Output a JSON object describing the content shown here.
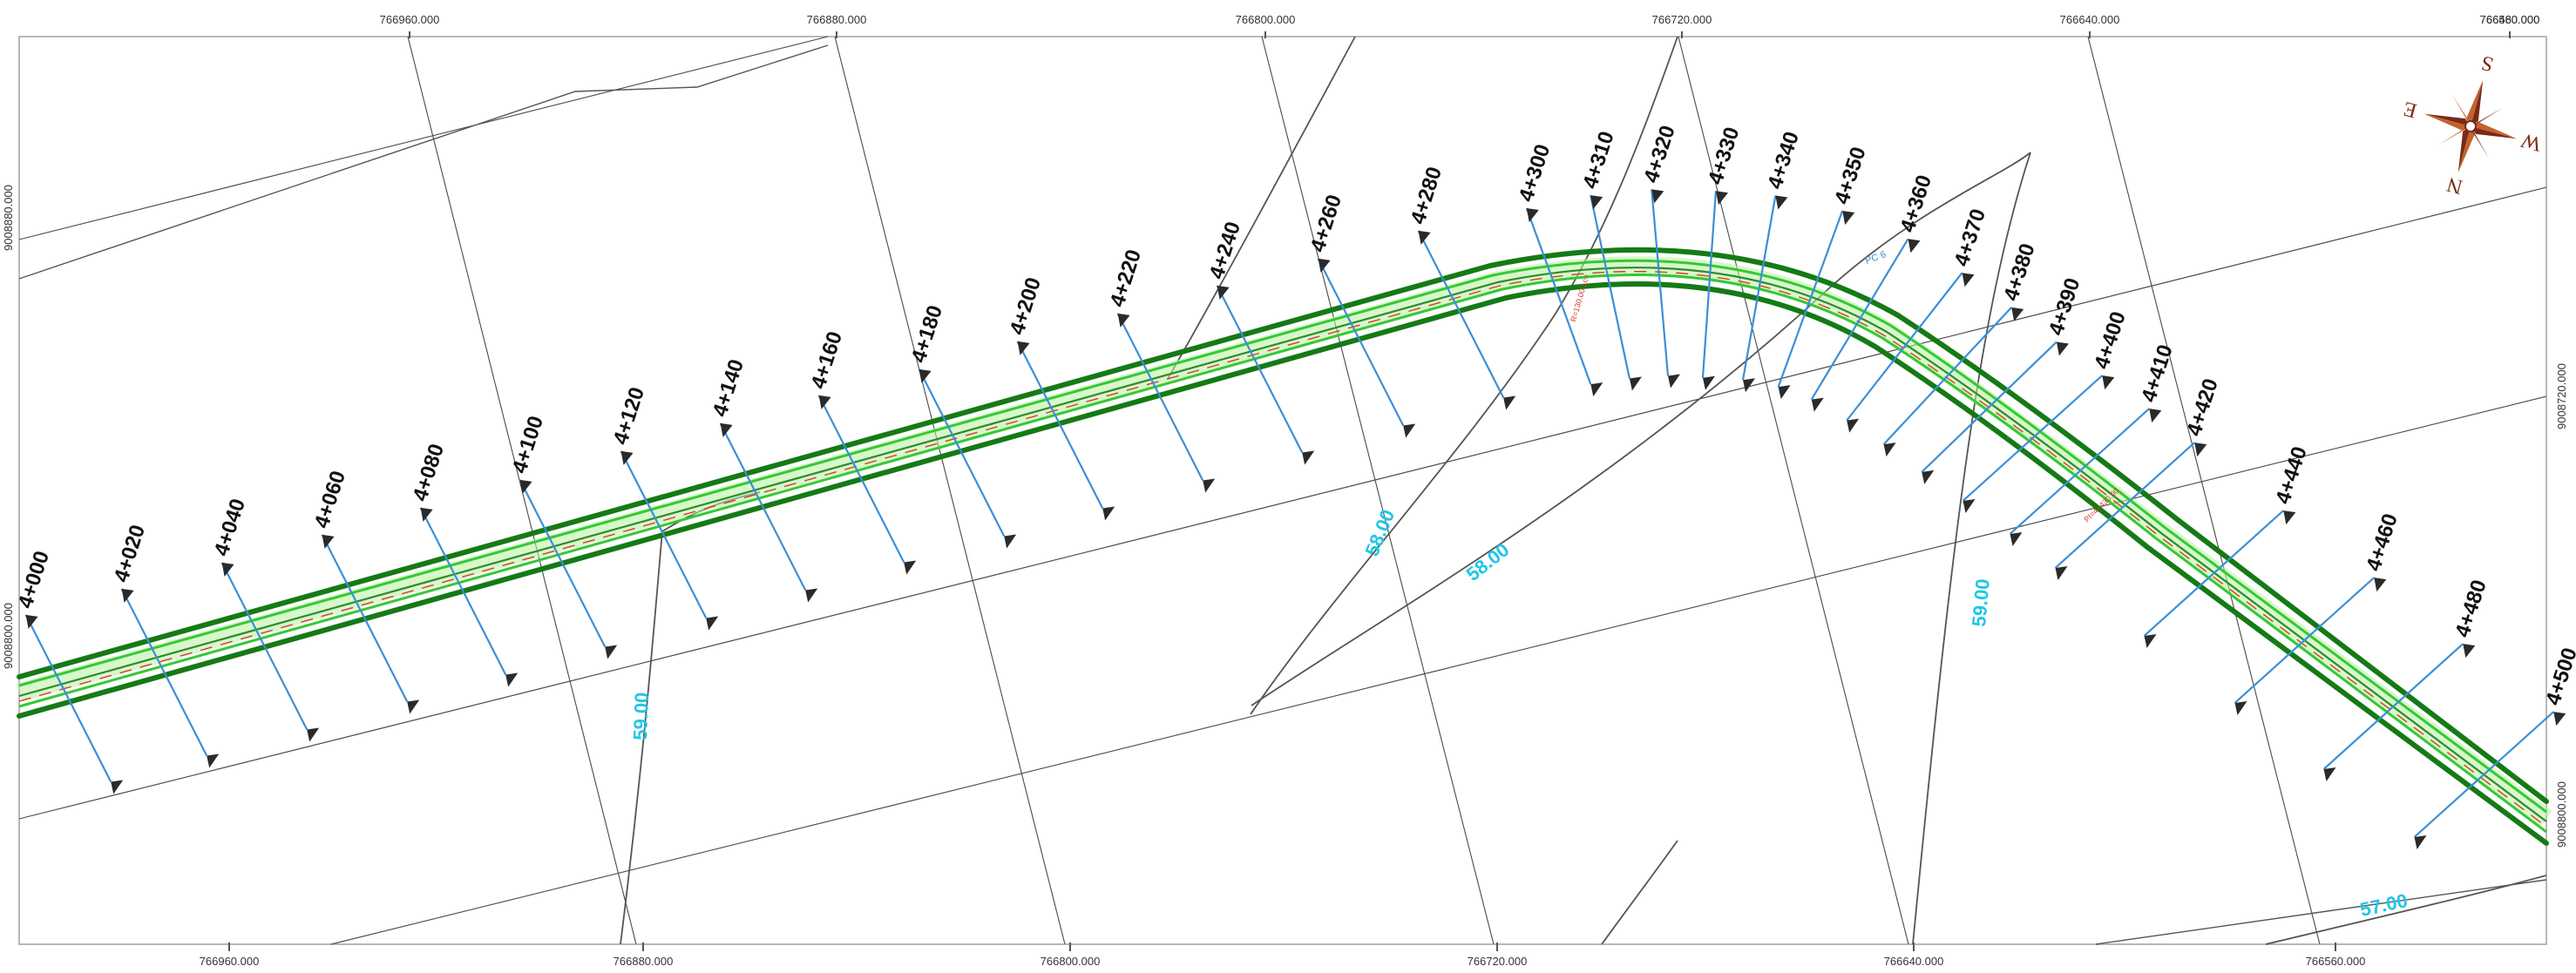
{
  "top_axis_labels": [
    "766960.000",
    "766880.000",
    "766800.000",
    "766720.000",
    "766640.000",
    "766560.000",
    "766480.000"
  ],
  "bottom_axis_labels": [
    "766960.000",
    "766880.000",
    "766800.000",
    "766720.000",
    "766640.000",
    "766560.000"
  ],
  "left_axis_labels": [
    "9008880.000",
    "9008800.000"
  ],
  "right_axis_labels": [
    "9008720.000",
    "9008800.000"
  ],
  "stations": [
    "4+000",
    "4+020",
    "4+040",
    "4+060",
    "4+080",
    "4+100",
    "4+120",
    "4+140",
    "4+160",
    "4+180",
    "4+200",
    "4+220",
    "4+240",
    "4+260",
    "4+280",
    "4+300",
    "4+310",
    "4+320",
    "4+330",
    "4+340",
    "4+350",
    "4+360",
    "4+370",
    "4+380",
    "4+390",
    "4+400",
    "4+410",
    "4+420",
    "4+440",
    "4+460",
    "4+480",
    "4+500"
  ],
  "contour_labels": [
    "59.00",
    "58.00",
    "58.00",
    "59.00",
    "57.00"
  ],
  "curve_notes": [
    "R=130.00 Lc=",
    "PI=4+430.00"
  ],
  "pc_label": "PC 6",
  "compass": {
    "n": "N",
    "s": "S",
    "e": "E",
    "w": "W"
  },
  "colors": {
    "road_edge": "#157a15",
    "road_inner": "#34c934",
    "station_line": "#3b8fd6",
    "contour_label": "#21c6e6",
    "curve_note": "#d83a2a",
    "compass": "#7a2a14"
  }
}
